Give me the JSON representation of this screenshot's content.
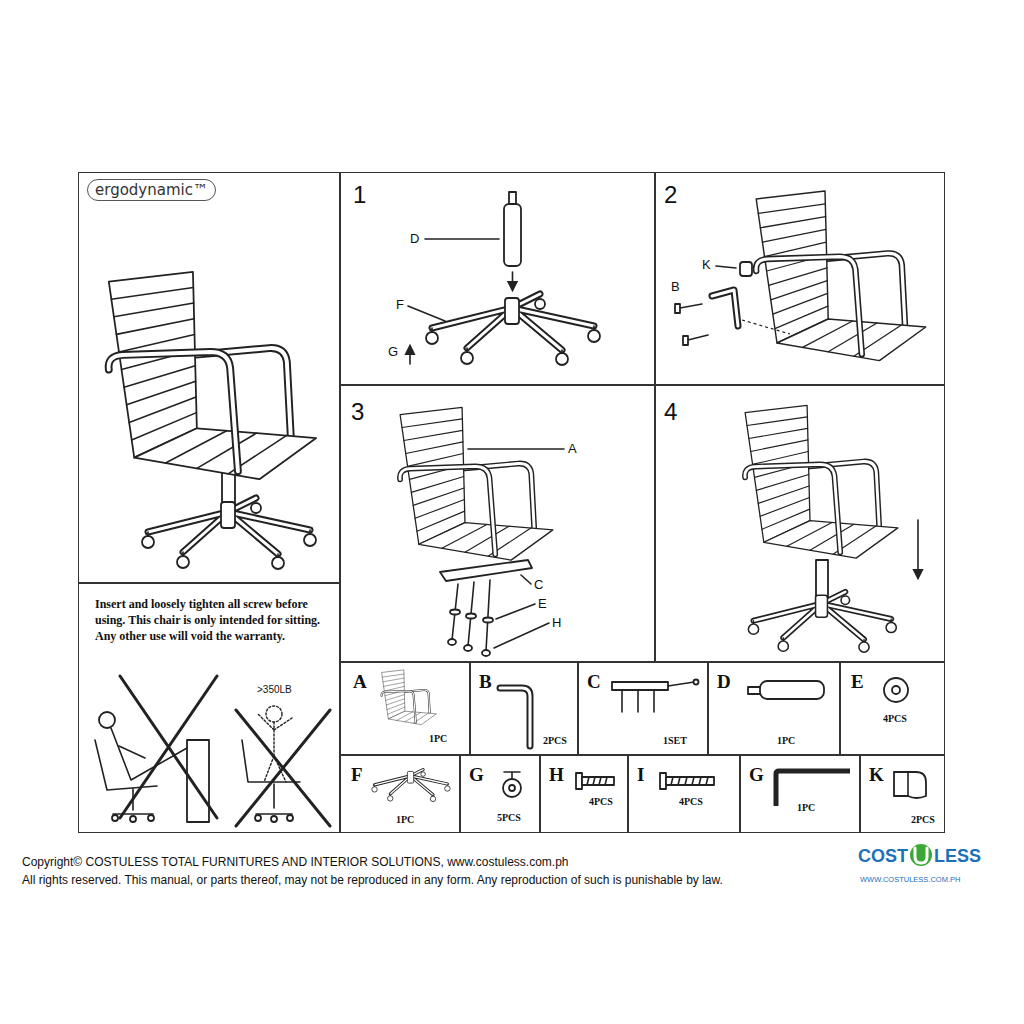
{
  "diagram": {
    "nodes": [
      {
        "text": [
          "ergodynamic™"
        ]
      },
      {
        "text": [
          "1"
        ]
      },
      {
        "text": [
          "2"
        ]
      },
      {
        "text": [
          "3"
        ]
      },
      {
        "text": [
          "4"
        ]
      },
      {
        "text": [
          "Insert and loosely tighten all screw before using. This chair is only intended for sitting. Any other use will void the warranty.",
          ">350LB"
        ]
      },
      {
        "text": [
          "A",
          "1PC"
        ]
      },
      {
        "text": [
          "B",
          "2PCS"
        ]
      },
      {
        "text": [
          "C",
          "1SET"
        ]
      },
      {
        "text": [
          "D",
          "1PC"
        ]
      },
      {
        "text": [
          "E",
          "4PCS"
        ]
      },
      {
        "text": [
          "F",
          "1PC"
        ]
      },
      {
        "text": [
          "G",
          "5PCS"
        ]
      },
      {
        "text": [
          "H",
          "4PCS"
        ]
      },
      {
        "text": [
          "I",
          "4PCS"
        ]
      },
      {
        "text": [
          "G",
          "1PC"
        ]
      },
      {
        "text": [
          "K",
          "2PCS"
        ]
      }
    ],
    "labels": [
      "D",
      "F",
      "G",
      "K",
      "B",
      "A",
      "C",
      "E",
      "H",
      "Copyright© COSTULESS TOTAL FURNITURES AND INTERIOR SOLUTIONS, www.costuless.com.ph",
      "All rights reserved. This manual, or parts thereof, may not be reproduced in any form. Any reproduction of such is punishable by law.",
      "COST",
      "LESS",
      "WWW.COSTULESS.COM.PH"
    ]
  }
}
